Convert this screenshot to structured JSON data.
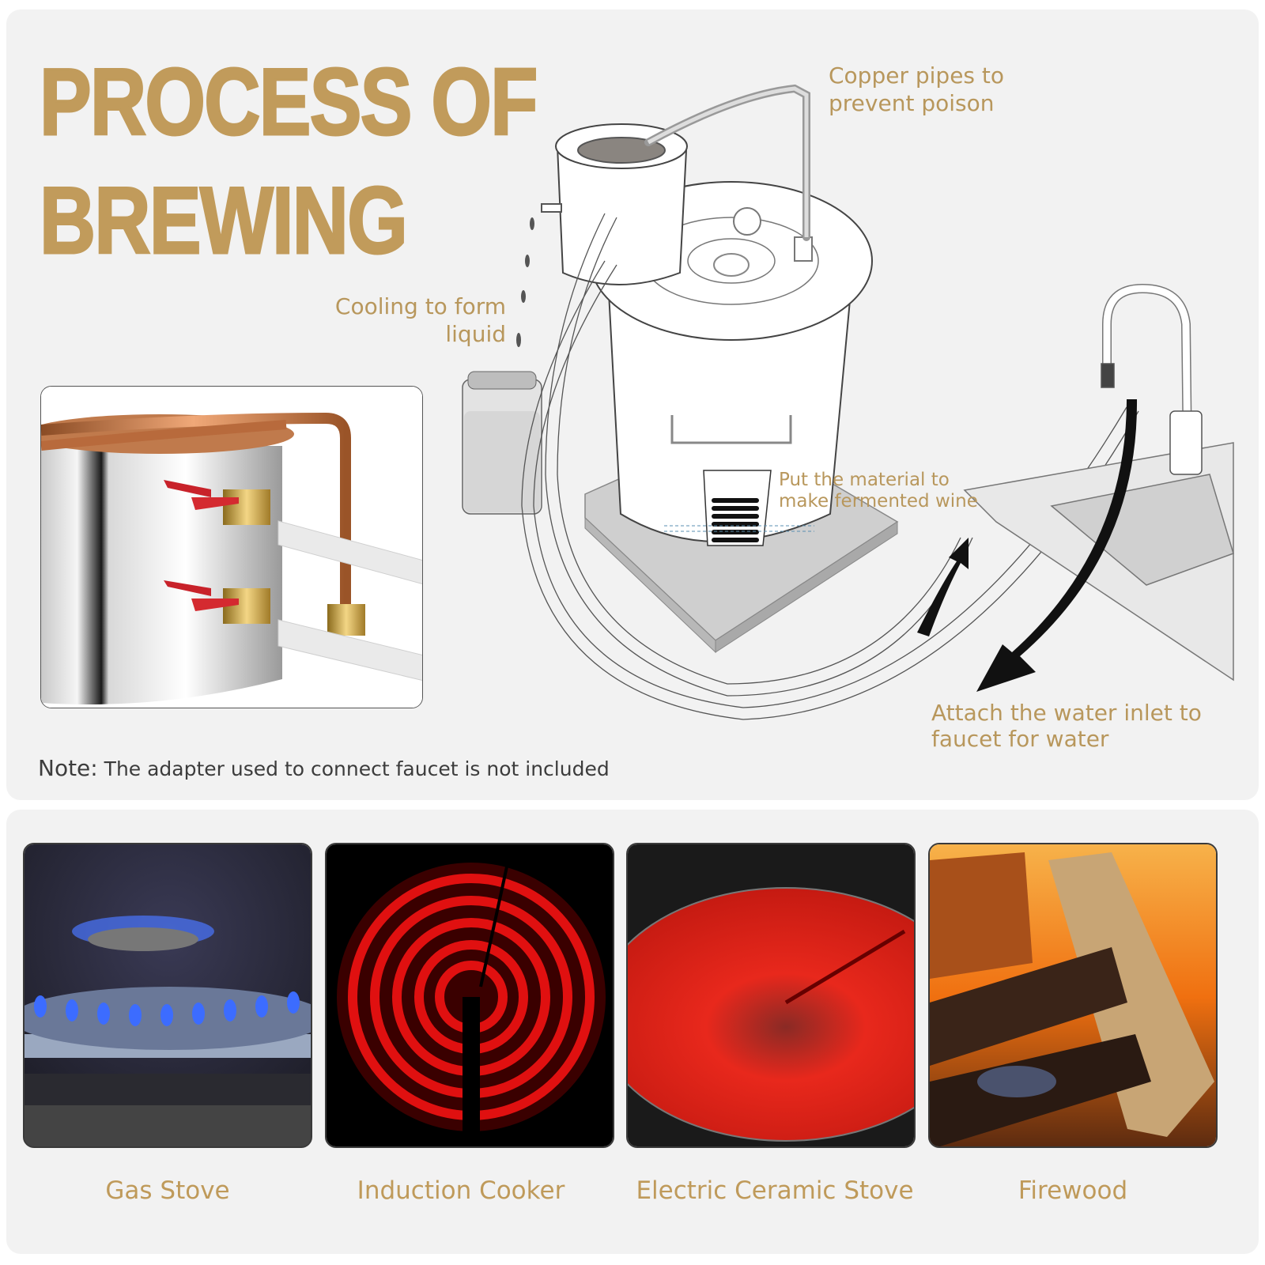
{
  "title": {
    "line1": "PROCESS OF",
    "line2": "BREWING",
    "color": "#c19b5b"
  },
  "callouts": {
    "copper_pipes": {
      "line1": "Copper pipes to",
      "line2": "prevent poison"
    },
    "cooling": {
      "line1": "Cooling to form",
      "line2": "liquid"
    },
    "material": {
      "line1": "Put the material to",
      "line2": "make fermented wine"
    },
    "water_inlet": {
      "line1": "Attach the water inlet to",
      "line2": "faucet for water"
    }
  },
  "note": {
    "label": "Note:",
    "text": "The adapter used to connect faucet  is not included"
  },
  "diagram": {
    "components": [
      "condenser-pot",
      "copper-coil-pipe",
      "thermometer",
      "fermenter-barrel",
      "glass-jar",
      "base-plate",
      "ingredient-bag",
      "water-hoses",
      "kitchen-faucet",
      "sink",
      "flow-arrow-in",
      "flow-arrow-out"
    ]
  },
  "detail_image": {
    "subject": "stainless condenser with copper pipe and brass ball valves with red handles"
  },
  "heat_sources": [
    {
      "id": "gas",
      "label": "Gas Stove"
    },
    {
      "id": "induction",
      "label": "Induction Cooker"
    },
    {
      "id": "ceramic",
      "label": "Electric Ceramic Stove"
    },
    {
      "id": "firewood",
      "label": "Firewood"
    }
  ],
  "colors": {
    "accent_gold": "#bf9a5a",
    "panel_bg": "#f2f2f2",
    "note_text": "#3c3c3c"
  }
}
